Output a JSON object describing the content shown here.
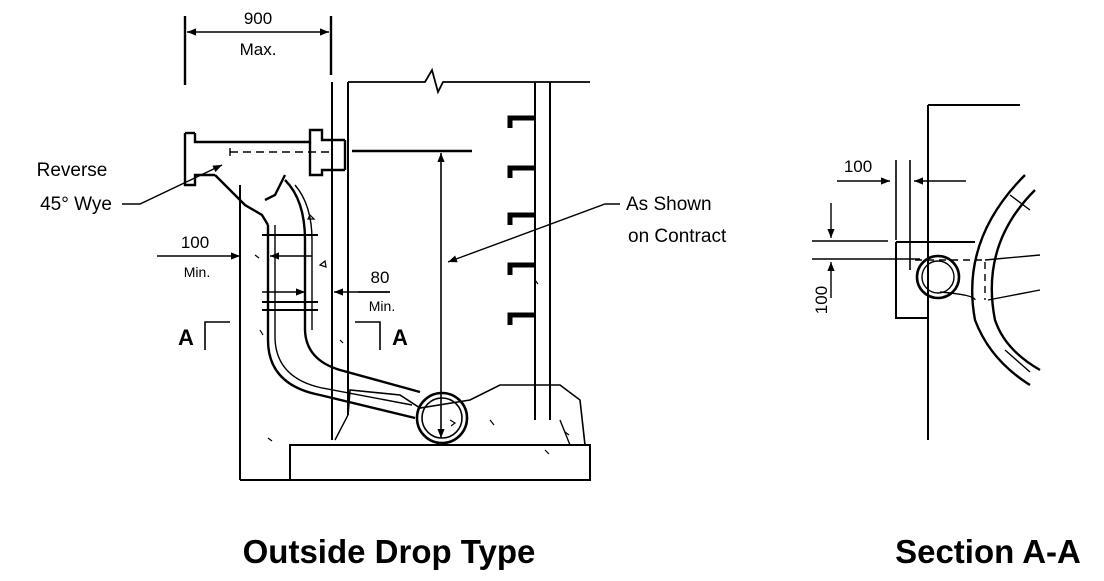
{
  "outside_drop": {
    "dim_top_value": "900",
    "dim_top_note": "Max.",
    "wye_label_line1": "Reverse",
    "wye_label_line2": "45° Wye",
    "dim_left_value": "100",
    "dim_left_note": "Min.",
    "dim_mid_value": "80",
    "dim_mid_note": "Min.",
    "section_mark_left": "A",
    "section_mark_right": "A",
    "contract_label_line1": "As Shown",
    "contract_label_line2": "on Contract",
    "caption": "Outside Drop Type"
  },
  "section_aa": {
    "dim_horizontal_value": "100",
    "dim_vertical_value": "100",
    "caption": "Section A-A"
  }
}
